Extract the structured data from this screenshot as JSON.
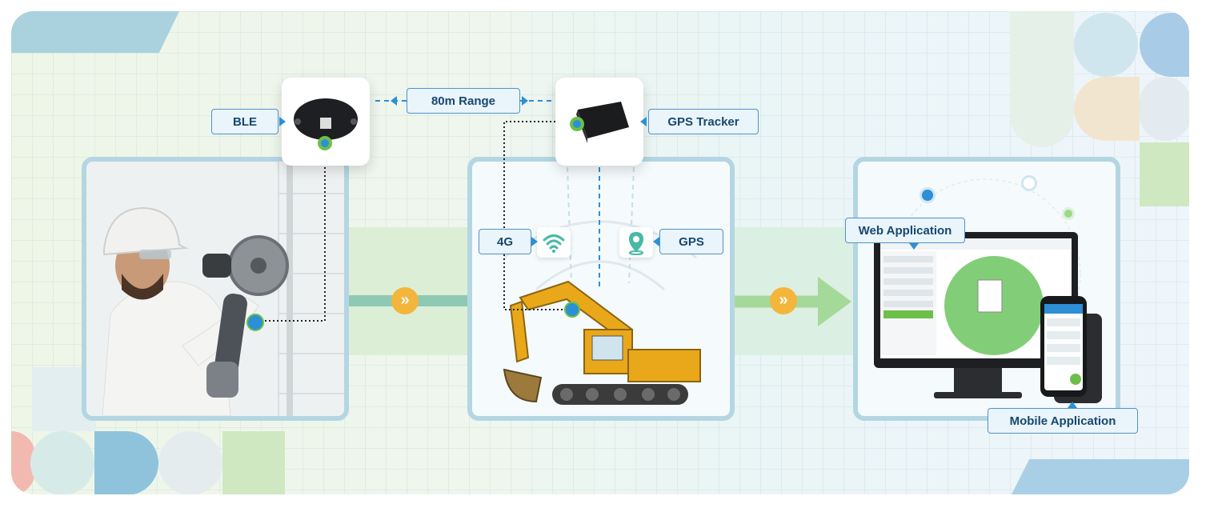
{
  "labels": {
    "ble": "BLE",
    "range": "80m Range",
    "gps_tracker": "GPS Tracker",
    "cellular": "4G",
    "gps": "GPS",
    "web_app": "Web Application",
    "mobile_app": "Mobile Application"
  },
  "colors": {
    "label_border": "#4f93c7",
    "label_text": "#16486f",
    "panel_border": "#b4d6e3",
    "flow_arrow": "#a5d99a",
    "chevron": "#f3b53b",
    "accent_green": "#6cc04a",
    "accent_blue": "#2d8fd6"
  },
  "icons": {
    "ble_device": "ble-beacon-icon",
    "tracker_device": "gps-tracker-device-icon",
    "cellular": "wifi-signal-icon",
    "gps": "map-pin-icon",
    "flow": "chevron-right-icon"
  }
}
